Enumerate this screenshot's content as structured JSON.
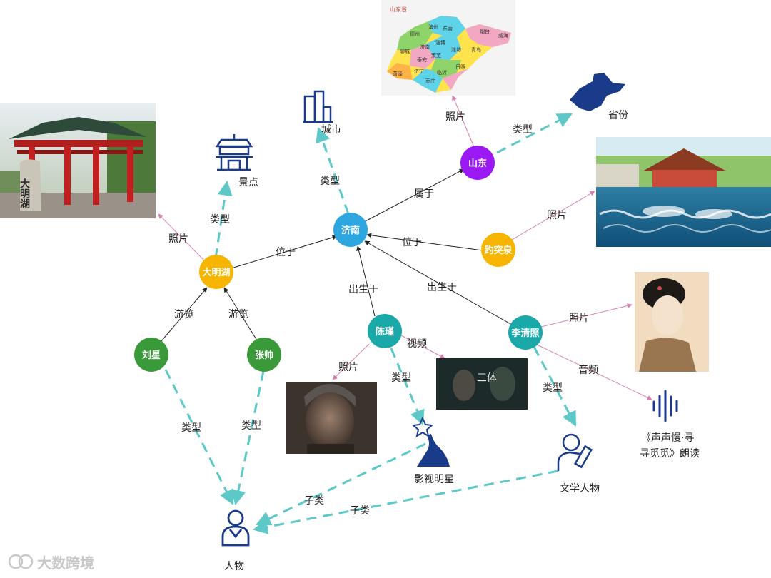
{
  "colors": {
    "teal_edge": "#5cc8c8",
    "pink_edge": "#d97fb0",
    "black_edge": "#222222",
    "icon_navy": "#1a3a8a",
    "node_blue": "#2ea7e0",
    "node_purple": "#9b19f5",
    "node_yellow": "#f7b500",
    "node_green": "#3a9a3a",
    "node_teal": "#1aa8a8"
  },
  "nodes": {
    "jinan": "济南",
    "shandong": "山东",
    "daminghu": "大明湖",
    "baotuquan": "趵突泉",
    "liuxing": "刘星",
    "zhangshuai": "张帅",
    "chenjin": "陈瑾",
    "liqingzhao": "李清照"
  },
  "terms": {
    "city": "城市",
    "province": "省份",
    "scenic": "景点",
    "star": "影视明星",
    "literary": "文学人物",
    "person": "人物",
    "audio_title_line1": "《声声慢·寻",
    "audio_title_line2": "寻觅觅》朗读"
  },
  "edges": {
    "shandong_photo": "照片",
    "shandong_type": "类型",
    "jinan_type": "类型",
    "jinan_shandong": "属于",
    "baotuquan_photo": "照片",
    "baotuquan_jinan": "位于",
    "daminghu_jinan": "位于",
    "daminghu_photo": "照片",
    "daminghu_type": "类型",
    "liuxing_tour": "游览",
    "zhangshuai_tour": "游览",
    "liuxing_type": "类型",
    "zhangshuai_type": "类型",
    "chenjin_born": "出生于",
    "liqingzhao_born": "出生于",
    "chenjin_photo": "照片",
    "chenjin_type": "类型",
    "chenjin_video": "视频",
    "liqingzhao_photo": "照片",
    "liqingzhao_type": "类型",
    "liqingzhao_audio": "音频",
    "star_subclass": "子类",
    "literary_subclass": "子类"
  },
  "map": {
    "title": "山东省",
    "cities": [
      "德州",
      "滨州",
      "东营",
      "烟台",
      "威海",
      "聊城",
      "济南",
      "淄博",
      "潍坊",
      "青岛",
      "泰安",
      "莱芜",
      "菏泽",
      "济宁",
      "临沂",
      "日照",
      "枣庄"
    ]
  },
  "video_caption": "三体",
  "gate_text": "大明湖",
  "watermark": "大数跨境",
  "icons": [
    "city-building-icon",
    "province-map-icon",
    "pavilion-icon",
    "star-person-icon",
    "writer-icon",
    "person-icon",
    "audio-wave-icon"
  ]
}
